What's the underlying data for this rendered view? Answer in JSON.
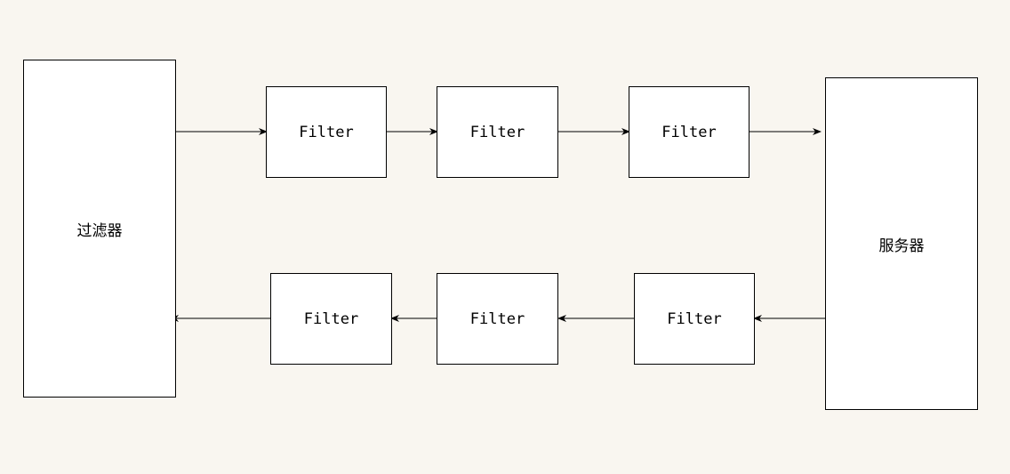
{
  "diagram": {
    "left_node": {
      "label": "过滤器"
    },
    "right_node": {
      "label": "服务器"
    },
    "top_filters": [
      {
        "label": "Filter"
      },
      {
        "label": "Filter"
      },
      {
        "label": "Filter"
      }
    ],
    "bottom_filters": [
      {
        "label": "Filter"
      },
      {
        "label": "Filter"
      },
      {
        "label": "Filter"
      }
    ],
    "colors": {
      "background": "#f9f6f0",
      "box_fill": "#ffffff",
      "stroke": "#000000"
    }
  }
}
